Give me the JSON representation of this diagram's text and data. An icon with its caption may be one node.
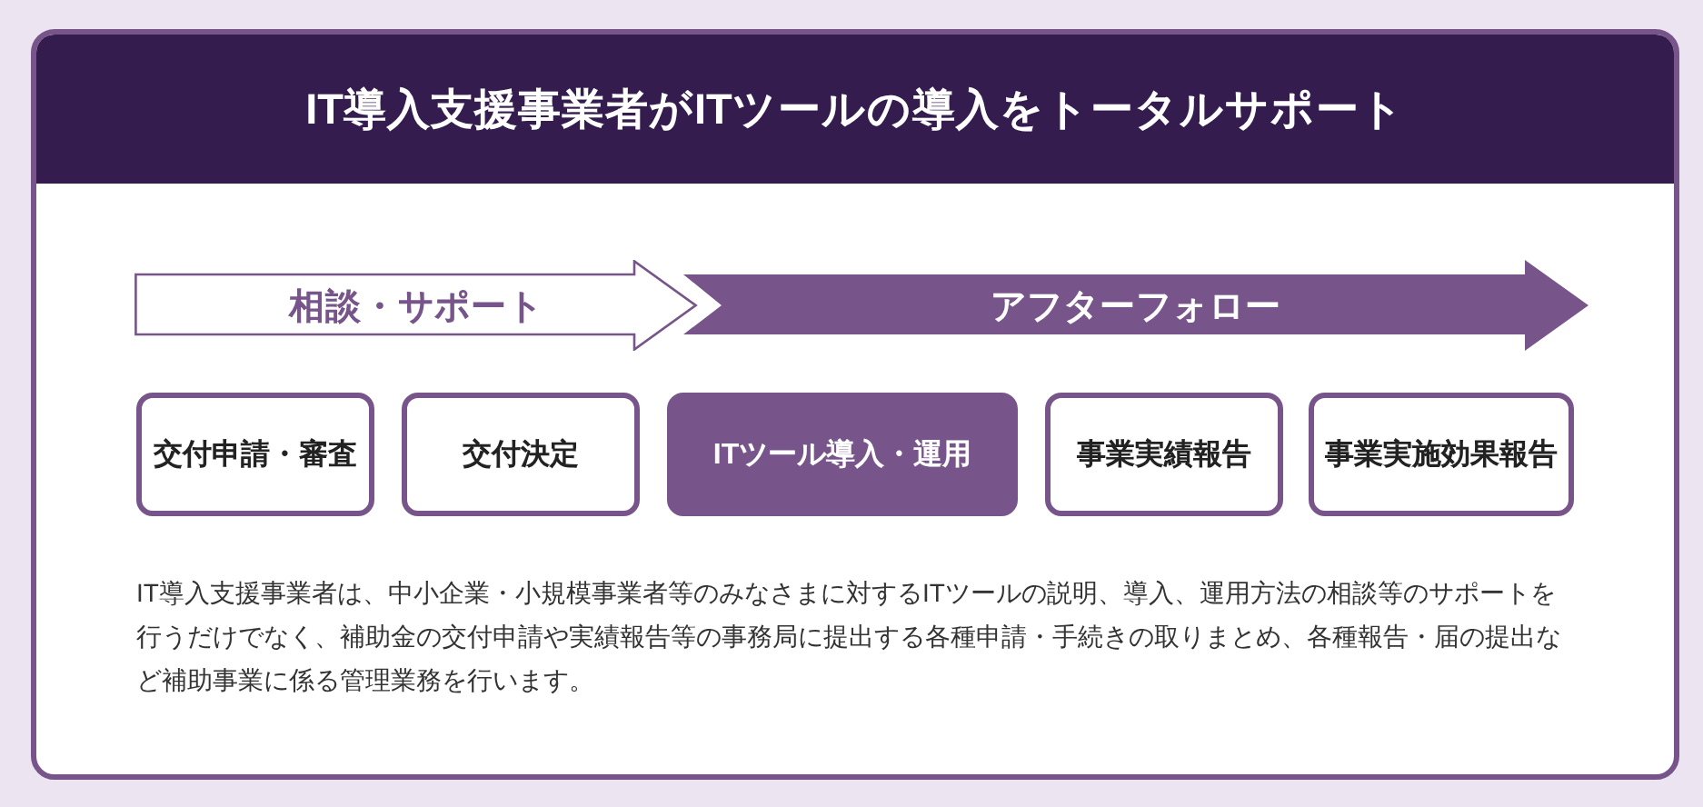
{
  "diagram": {
    "title": "IT導入支援事業者がITツールの導入をトータルサポート",
    "nodes": [
      {
        "text": [
          "相談・サポート"
        ]
      },
      {
        "text": [
          "アフターフォロー"
        ]
      },
      {
        "text": [
          "交付申請・審査"
        ]
      },
      {
        "text": [
          "交付決定"
        ]
      },
      {
        "text": [
          "ITツール導入・運用"
        ]
      },
      {
        "text": [
          "事業実績報告"
        ]
      },
      {
        "text": [
          "事業実施効果報告"
        ]
      }
    ],
    "labels": [
      "IT導入支援事業者は、中小企業・小規模事業者等のみなさまに対するITツールの説明、導入、運用方法の相談等のサポートを行うだけでなく、補助金の交付申請や実績報告等の事務局に提出する各種申請・手続きの取りまとめ、各種報告・届の提出など補助事業に係る管理業務を行います。"
    ]
  }
}
